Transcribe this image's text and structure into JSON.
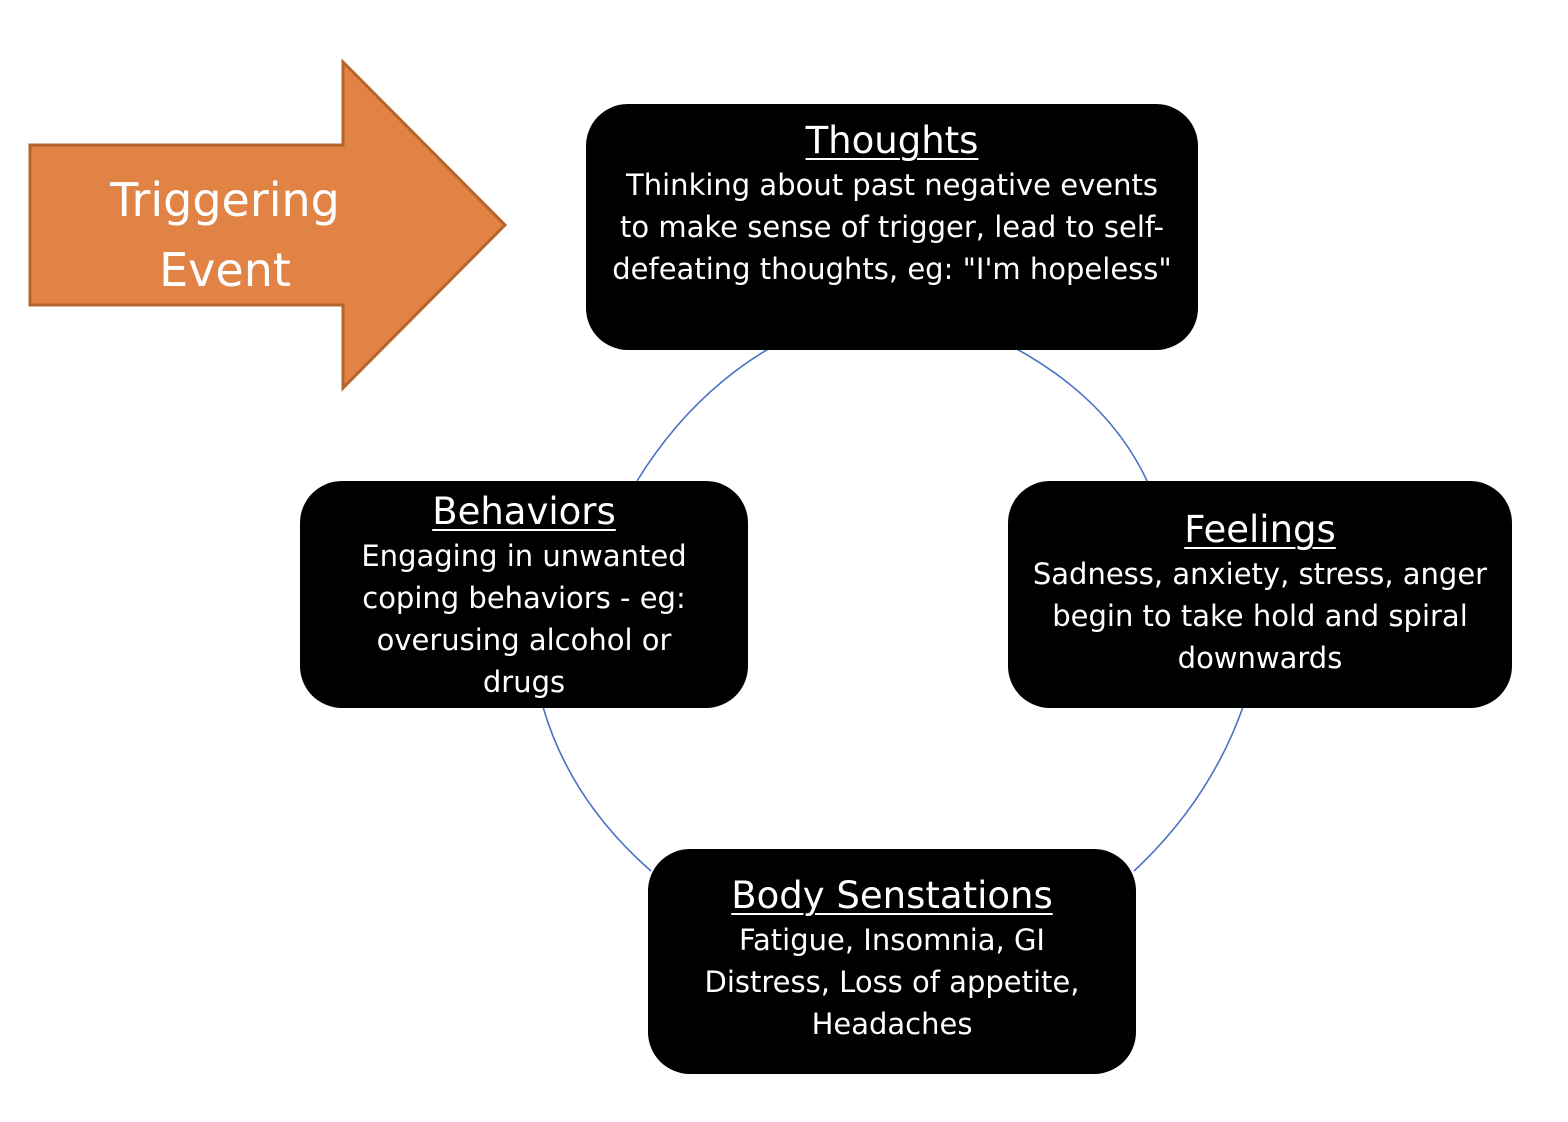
{
  "colors": {
    "arrow_fill": "#E08345",
    "arrow_stroke": "#B5652B",
    "cycle_line": "#4A72C4",
    "node_fill": "#000000",
    "text": "#FFFFFF"
  },
  "trigger": {
    "line1": "Triggering",
    "line2": "Event"
  },
  "nodes": {
    "thoughts": {
      "title": "Thoughts",
      "body": "Thinking about past negative events to make sense of trigger, lead to self-defeating thoughts, eg: \"I'm hopeless\""
    },
    "feelings": {
      "title": "Feelings",
      "body": "Sadness, anxiety, stress, anger begin to take hold and spiral downwards"
    },
    "body_sensations": {
      "title": "Body Senstations",
      "body": "Fatigue, Insomnia, GI Distress, Loss of appetite, Headaches"
    },
    "behaviors": {
      "title": "Behaviors",
      "body": "Engaging in unwanted coping behaviors - eg: overusing alcohol or drugs"
    }
  }
}
